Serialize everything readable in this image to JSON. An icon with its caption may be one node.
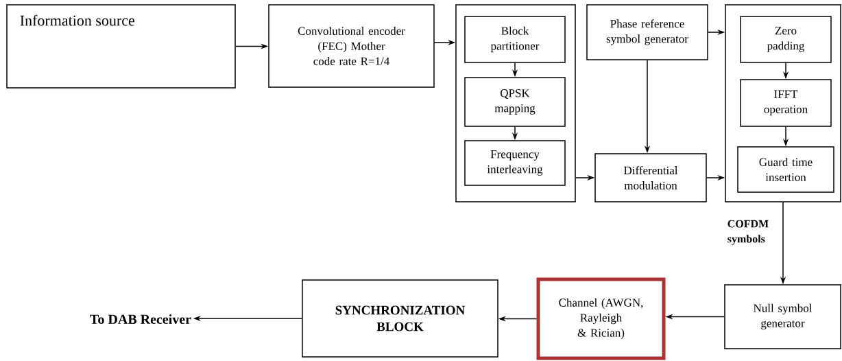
{
  "diagram": {
    "nodes": [
      {
        "text": [
          "Information source"
        ]
      },
      {
        "text": [
          "Convolutional encoder (FEC) Mother code rate R=1/4"
        ]
      },
      {
        "text": [],
        "shape": "box"
      },
      {
        "text": [
          "Block partitioner"
        ],
        "in": 2
      },
      {
        "text": [
          "QPSK mapping"
        ],
        "in": 2
      },
      {
        "text": [
          "Frequency interleaving"
        ],
        "in": 2
      },
      {
        "text": [
          "Phase reference symbol generator"
        ]
      },
      {
        "text": [
          "Differential modulation"
        ]
      },
      {
        "text": [],
        "shape": "box"
      },
      {
        "text": [
          "Zero padding"
        ],
        "in": 8
      },
      {
        "text": [
          "IFFT operation"
        ],
        "in": 8
      },
      {
        "text": [
          "Guard time insertion"
        ],
        "in": 8
      },
      {
        "text": [
          "Null symbol generator"
        ]
      },
      {
        "text": [
          "Channel (AWGN, Rayleigh & Rician)"
        ]
      },
      {
        "text": [
          "SYNCHRONIZATION BLOCK"
        ]
      },
      {
        "text": [
          "To DAB Receiver"
        ]
      }
    ],
    "edges": [
      {
        "from": 0,
        "to": 1,
        "arrow": "to"
      },
      {
        "from": 1,
        "to": 2,
        "arrow": "to"
      },
      {
        "from": 3,
        "to": 4,
        "arrow": "to"
      },
      {
        "from": 4,
        "to": 5,
        "arrow": "to"
      },
      {
        "from": 2,
        "to": 7,
        "arrow": "to"
      },
      {
        "from": 6,
        "to": 7,
        "arrow": "to"
      },
      {
        "from": 6,
        "to": 8,
        "arrow": "to"
      },
      {
        "from": 7,
        "to": 8,
        "arrow": "to"
      },
      {
        "from": 9,
        "to": 10,
        "arrow": "to"
      },
      {
        "from": 10,
        "to": 11,
        "arrow": "to"
      },
      {
        "from": 8,
        "to": 12,
        "arrow": "to"
      },
      {
        "from": 12,
        "to": 13,
        "arrow": "to"
      },
      {
        "from": 13,
        "to": 14,
        "arrow": "to"
      },
      {
        "from": 14,
        "to": 15,
        "arrow": "to"
      }
    ],
    "labels": [
      "COFDM symbols"
    ]
  }
}
